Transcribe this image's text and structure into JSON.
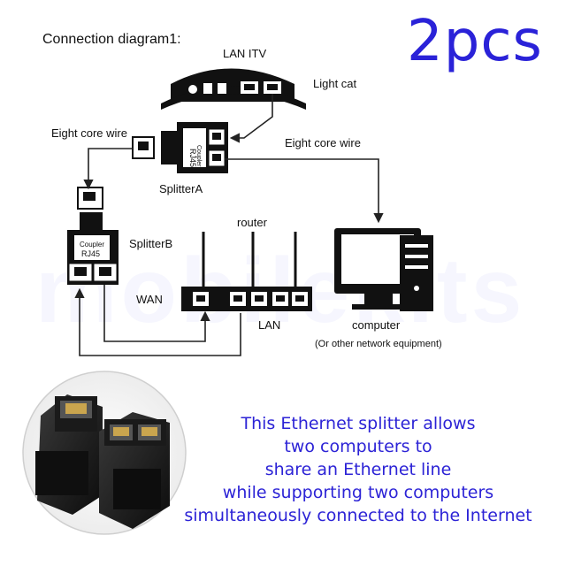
{
  "title": "Connection diagram1:",
  "badge": "2pcs",
  "watermark": "mobilekits",
  "labels": {
    "lan_itv": "LAN ITV",
    "light_cat": "Light cat",
    "eight_core_wire_left": "Eight core wire",
    "eight_core_wire_right": "Eight core wire",
    "splitter_a": "SplitterA",
    "splitter_b": "SplitterB",
    "router": "router",
    "wan": "WAN",
    "lan": "LAN",
    "computer": "computer",
    "computer_note": "(Or other network equipment)",
    "rj45_text": "RJ45",
    "coupler_text": "Coupler"
  },
  "description": [
    "This Ethernet splitter allows",
    "two computers to",
    "share an Ethernet line",
    "while supporting two computers",
    "simultaneously connected to the Internet"
  ],
  "colors": {
    "badge": "#2a22d8",
    "description": "#2c23d6",
    "device": "#111111"
  }
}
